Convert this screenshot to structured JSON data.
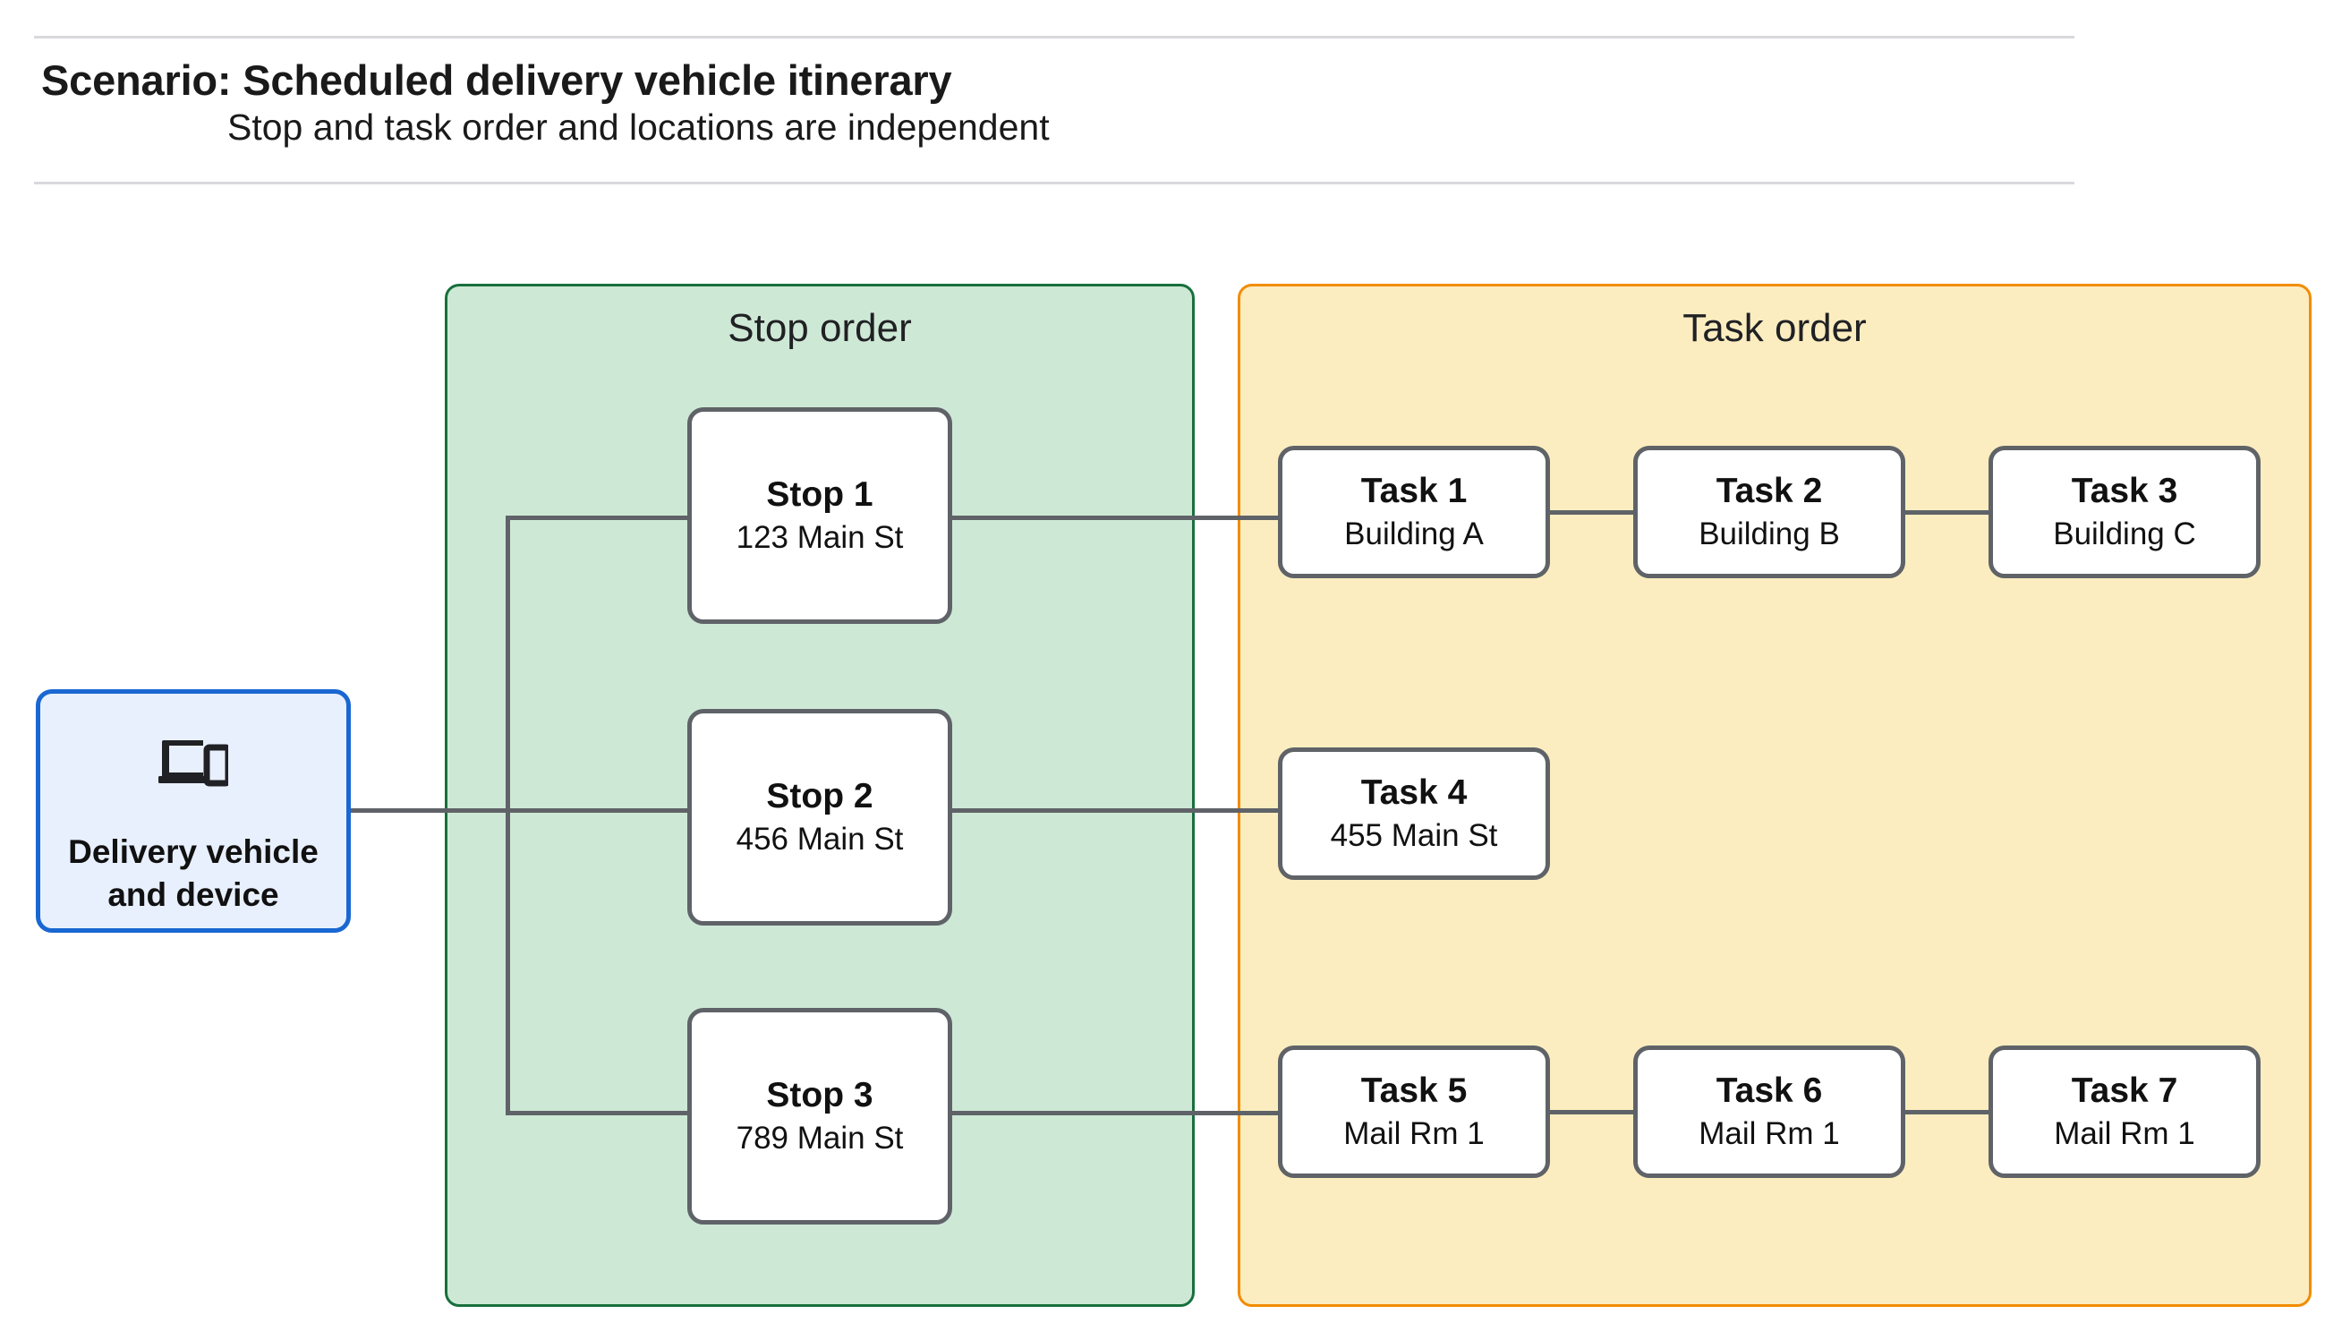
{
  "header": {
    "title": "Scenario: Scheduled delivery vehicle itinerary",
    "subtitle": "Stop and task order and locations are independent"
  },
  "vehicle": {
    "label": "Delivery vehicle\nand device",
    "icon": "devices-icon",
    "fill_color": "#e8f0fe",
    "border_color": "#1967d2"
  },
  "groups": {
    "stop": {
      "title": "Stop order",
      "fill_color": "#cee8d6",
      "border_color": "#17703d"
    },
    "task": {
      "title": "Task order",
      "fill_color": "#fcedc0",
      "border_color": "#f28c00"
    }
  },
  "stops": [
    {
      "title": "Stop 1",
      "location": "123 Main St"
    },
    {
      "title": "Stop 2",
      "location": "456 Main St"
    },
    {
      "title": "Stop 3",
      "location": "789 Main St"
    }
  ],
  "task_rows": [
    [
      {
        "title": "Task 1",
        "location": "Building A"
      },
      {
        "title": "Task 2",
        "location": "Building B"
      },
      {
        "title": "Task 3",
        "location": "Building C"
      }
    ],
    [
      {
        "title": "Task 4",
        "location": "455 Main St"
      }
    ],
    [
      {
        "title": "Task 5",
        "location": "Mail Rm 1"
      },
      {
        "title": "Task 6",
        "location": "Mail Rm 1"
      },
      {
        "title": "Task 7",
        "location": "Mail Rm 1"
      }
    ]
  ],
  "styles": {
    "node_border_color": "#5f6368",
    "node_fill_color": "#ffffff",
    "connector_color": "#5f6368",
    "rule_color": "#d8d9dc"
  }
}
